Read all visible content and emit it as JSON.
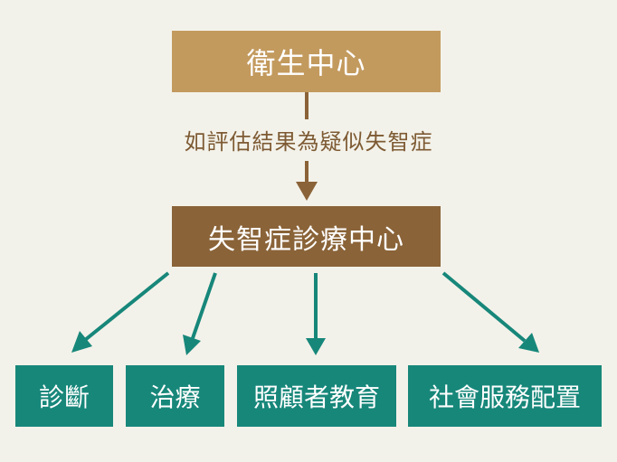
{
  "top_node": {
    "label": "衛生中心"
  },
  "condition": {
    "label": "如評估結果為疑似失智症"
  },
  "middle_node": {
    "label": "失智症診療中心"
  },
  "services": [
    {
      "label": "診斷"
    },
    {
      "label": "治療"
    },
    {
      "label": "照顧者教育"
    },
    {
      "label": "社會服務配置"
    }
  ],
  "colors": {
    "background": "#f3f2ea",
    "top_box": "#c39a5e",
    "middle_box": "#8a6338",
    "leaf_box": "#17877a",
    "brown_arrow": "#8a6338",
    "teal_arrow": "#17877a"
  }
}
